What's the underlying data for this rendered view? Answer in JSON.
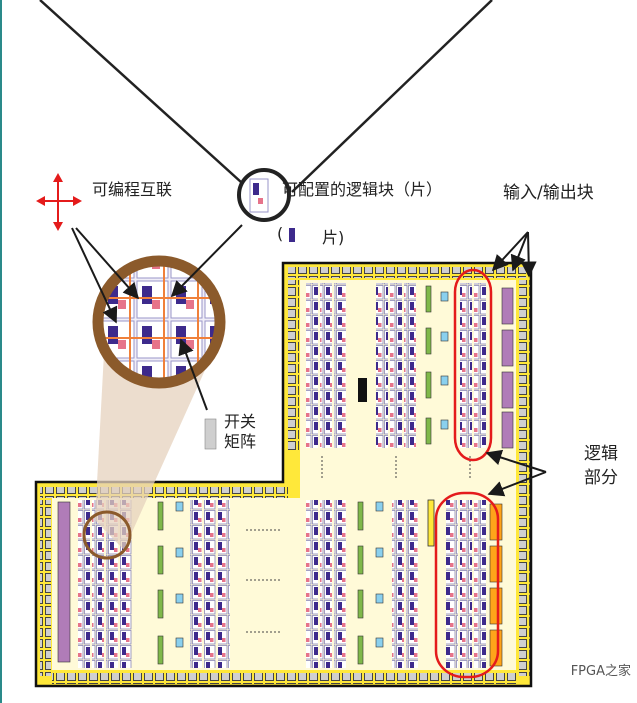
{
  "labels": {
    "interconnect": "可编程互联",
    "clb": "可配置的逻辑块（片）",
    "slice_open": "(",
    "slice_text": "片)",
    "io_block": "输入/输出块",
    "switch_matrix": "开关 矩阵",
    "logic_part": "逻辑 部分"
  },
  "watermark": "FPGA之家",
  "colors": {
    "chip_yellow": "#ffe83a",
    "chip_inner": "#fffad8",
    "cell_purple": "#3d2a8c",
    "cell_white": "#ffffff",
    "io_purple": "#b07cb8",
    "io_orange": "#ffa41a",
    "green_block": "#7fb84a",
    "blue_block": "#8ad0ee",
    "highlight_red": "#e41b1b",
    "ring_brown": "#8b5a2b",
    "arrow_dark": "#1a1a1a"
  }
}
